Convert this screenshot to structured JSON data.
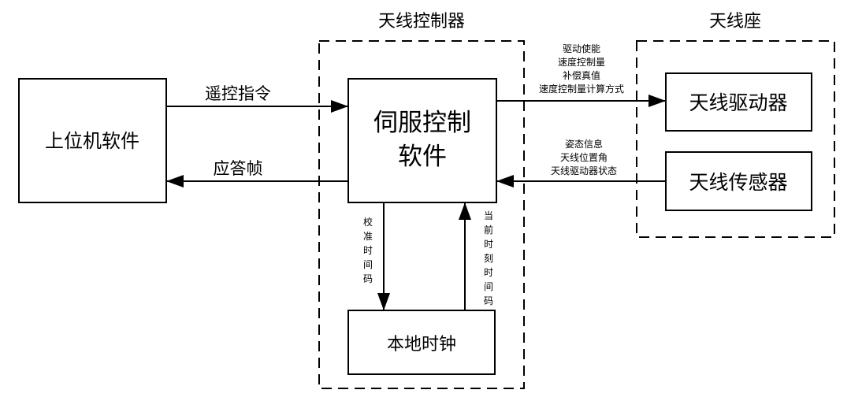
{
  "groups": {
    "controller_title": "天线控制器",
    "pedestal_title": "天线座"
  },
  "blocks": {
    "host_software": "上位机软件",
    "servo_software": [
      "伺服控制",
      "软件"
    ],
    "local_clock": "本地时钟",
    "antenna_driver": "天线驱动器",
    "antenna_sensor": "天线传感器"
  },
  "arrows": {
    "remote_command": "遥控指令",
    "response_frame": "应答帧",
    "drive_signals": [
      "驱动使能",
      "速度控制量",
      "补偿真值",
      "速度控制量计算方式"
    ],
    "sensor_signals": [
      "姿态信息",
      "天线位置角",
      "天线驱动器状态"
    ],
    "calibration_code": [
      "校",
      "准",
      "时",
      "间",
      "码"
    ],
    "current_time_code": [
      "当",
      "前",
      "时",
      "刻",
      "时",
      "间",
      "码"
    ]
  },
  "colors": {
    "line": "#000000",
    "background": "#ffffff"
  }
}
